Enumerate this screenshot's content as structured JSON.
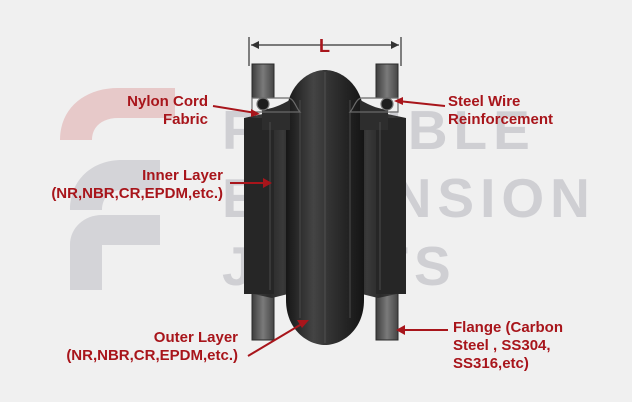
{
  "watermark": {
    "lines": [
      "FLEXIBLE",
      "EXPANSION",
      "JOINTS"
    ]
  },
  "dimension": {
    "label": "L"
  },
  "labels": {
    "nylon_cord": [
      "Nylon Cord",
      "Fabric"
    ],
    "steel_wire": [
      "Steel Wire",
      "Reinforcement"
    ],
    "inner_layer": [
      "Inner Layer",
      "(NR,NBR,CR,EPDM,etc.)"
    ],
    "outer_layer": [
      "Outer Layer",
      "(NR,NBR,CR,EPDM,etc.)"
    ],
    "flange": [
      "Flange (Carbon",
      "Steel , SS304,",
      "SS316,etc)"
    ]
  },
  "colors": {
    "background": "#f0f0f0",
    "label_red": "#a8151b",
    "rubber_dark": "#2b2b2b",
    "flange_grey": "#5a5a5a"
  }
}
